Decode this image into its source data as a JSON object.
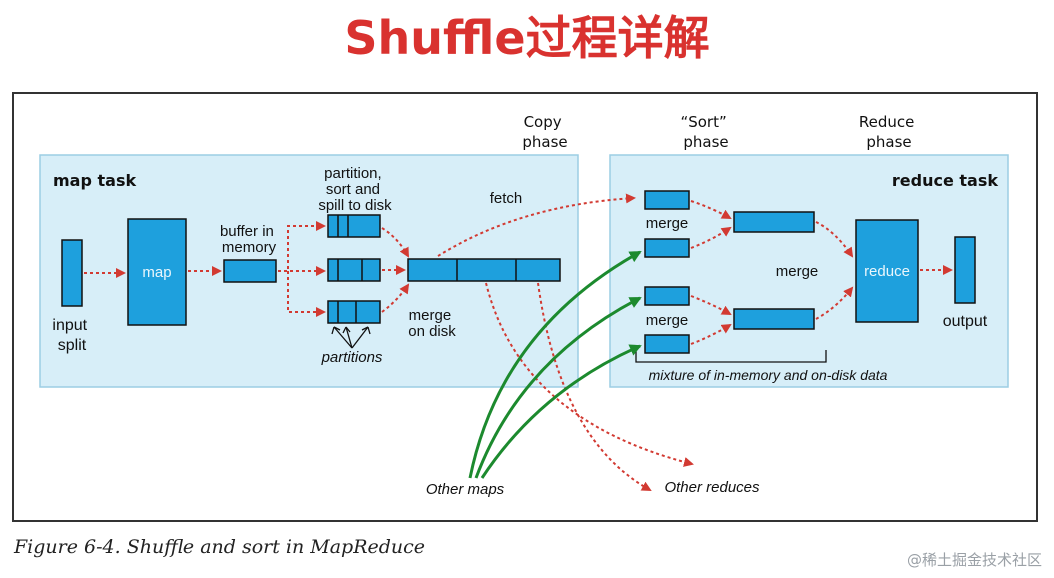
{
  "title": "Shuffle过程详解",
  "caption": "Figure 6-4. Shuffle and sort in MapReduce",
  "watermark": "@稀土掘金技术社区",
  "colors": {
    "title": "#d9322f",
    "panel": "#d7eef8",
    "block": "#1ea0dd",
    "dotted_arrow": "#d23a32",
    "green_arrow": "#1c8a2e"
  },
  "phases": {
    "copy": [
      "Copy",
      "phase"
    ],
    "sort": [
      "“Sort”",
      "phase"
    ],
    "reduce": [
      "Reduce",
      "phase"
    ]
  },
  "map_task": {
    "label": "map task",
    "input_split": [
      "input",
      "split"
    ],
    "map": "map",
    "buffer": [
      "buffer in",
      "memory"
    ],
    "spill": [
      "partition,",
      "sort and",
      "spill to disk"
    ],
    "partitions": "partitions",
    "merge_on_disk": [
      "merge",
      "on disk"
    ],
    "fetch": "fetch"
  },
  "reduce_task": {
    "label": "reduce task",
    "merge_top": "merge",
    "merge_mid": "merge",
    "merge_bottom": "merge",
    "reduce": "reduce",
    "output": "output",
    "mixture": "mixture of in-memory and on-disk data"
  },
  "other_maps": "Other maps",
  "other_reduces": "Other reduces"
}
